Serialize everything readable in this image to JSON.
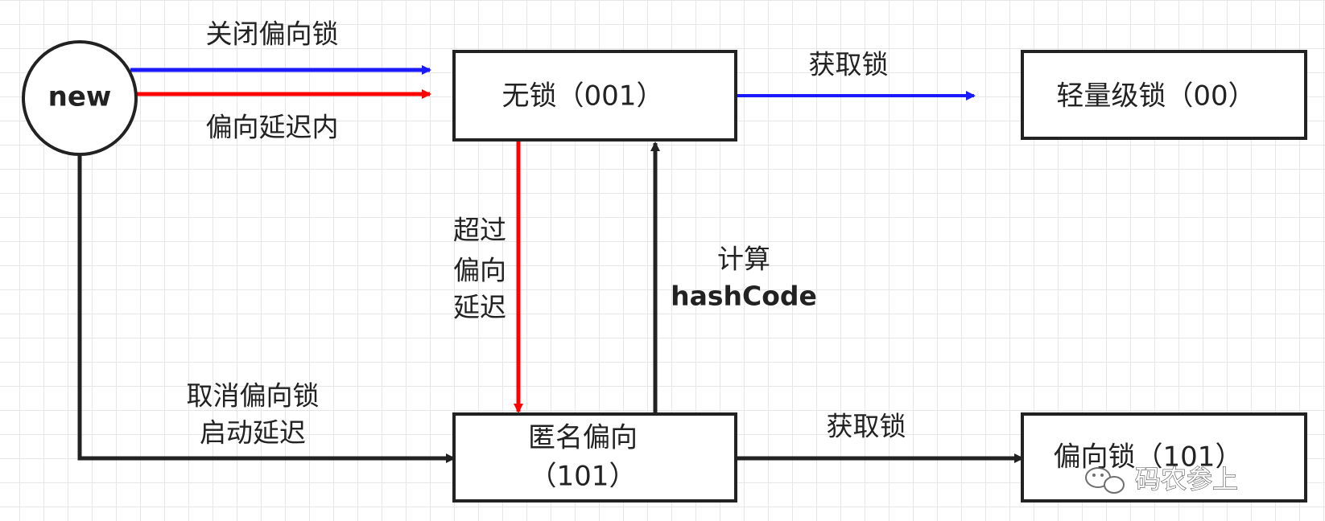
{
  "nodes": {
    "new": {
      "label": "new"
    },
    "no_lock": {
      "label": "无锁（001）"
    },
    "lightweight": {
      "label": "轻量级锁（00）"
    },
    "anonymous_biased": {
      "label_line1": "匿名偏向",
      "label_line2": "（101）"
    },
    "biased_lock": {
      "label": "偏向锁（101）"
    }
  },
  "edges": {
    "new_to_nolock_disable": {
      "label": "关闭偏向锁",
      "color": "#1a1aff"
    },
    "new_to_nolock_within_delay": {
      "label": "偏向延迟内",
      "color": "#ff0000"
    },
    "nolock_to_lightweight": {
      "label": "获取锁",
      "color": "#1a1aff"
    },
    "nolock_to_anonymous": {
      "label_lines": [
        "超过",
        "偏向",
        "延迟"
      ],
      "color": "#ff0000"
    },
    "anonymous_to_nolock": {
      "label_line1": "计算",
      "label_line2": "hashCode",
      "color": "#222222"
    },
    "new_to_anonymous": {
      "label_line1": "取消偏向锁",
      "label_line2": "启动延迟",
      "color": "#222222"
    },
    "anonymous_to_biased": {
      "label": "获取锁",
      "color": "#222222"
    }
  },
  "watermark": {
    "text": "码农参上"
  }
}
